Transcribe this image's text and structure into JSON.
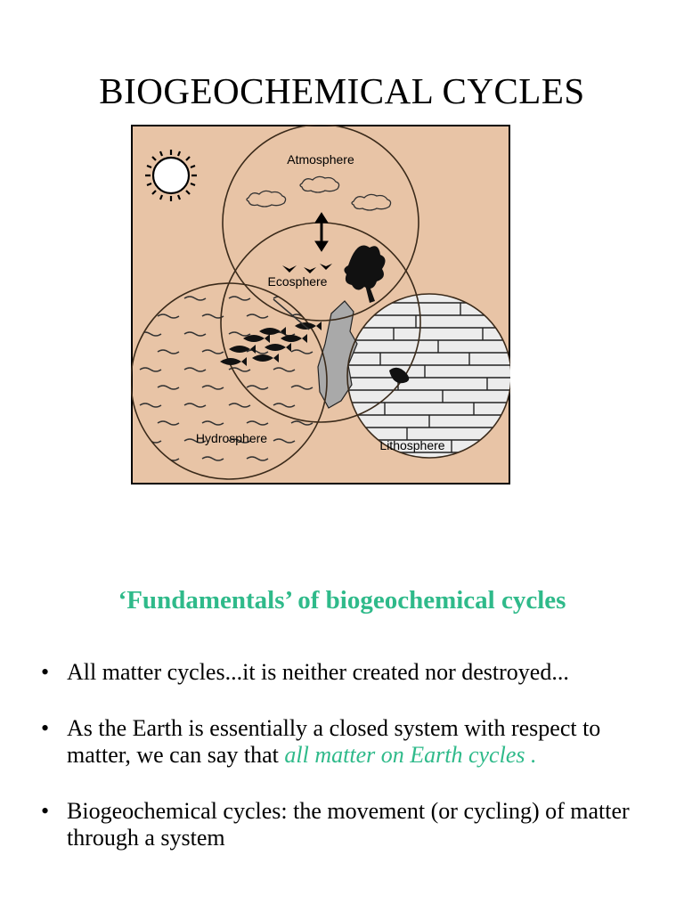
{
  "title": "BIOGEOCHEMICAL CYCLES",
  "figure": {
    "labels": {
      "atmosphere": "Atmosphere",
      "ecosphere": "Ecosphere",
      "hydrosphere": "Hydrosphere",
      "lithosphere": "Lithosphere"
    },
    "colors": {
      "background": "#e8c4a6",
      "lithosphere_fill": "#ececec",
      "outline": "#3a2a1a"
    }
  },
  "subtitle": "‘Fundamentals’ of biogeochemical cycles",
  "bullets": [
    {
      "text": "All matter cycles...it is neither created nor destroyed..."
    },
    {
      "text_before": "As the Earth is essentially a closed system with respect to matter, we can say that ",
      "emphasis": "all matter on Earth cycles",
      "text_after": " ."
    },
    {
      "text": "Biogeochemical cycles: the movement (or cycling) of matter through a system"
    }
  ],
  "accent_color": "#2fba8a"
}
